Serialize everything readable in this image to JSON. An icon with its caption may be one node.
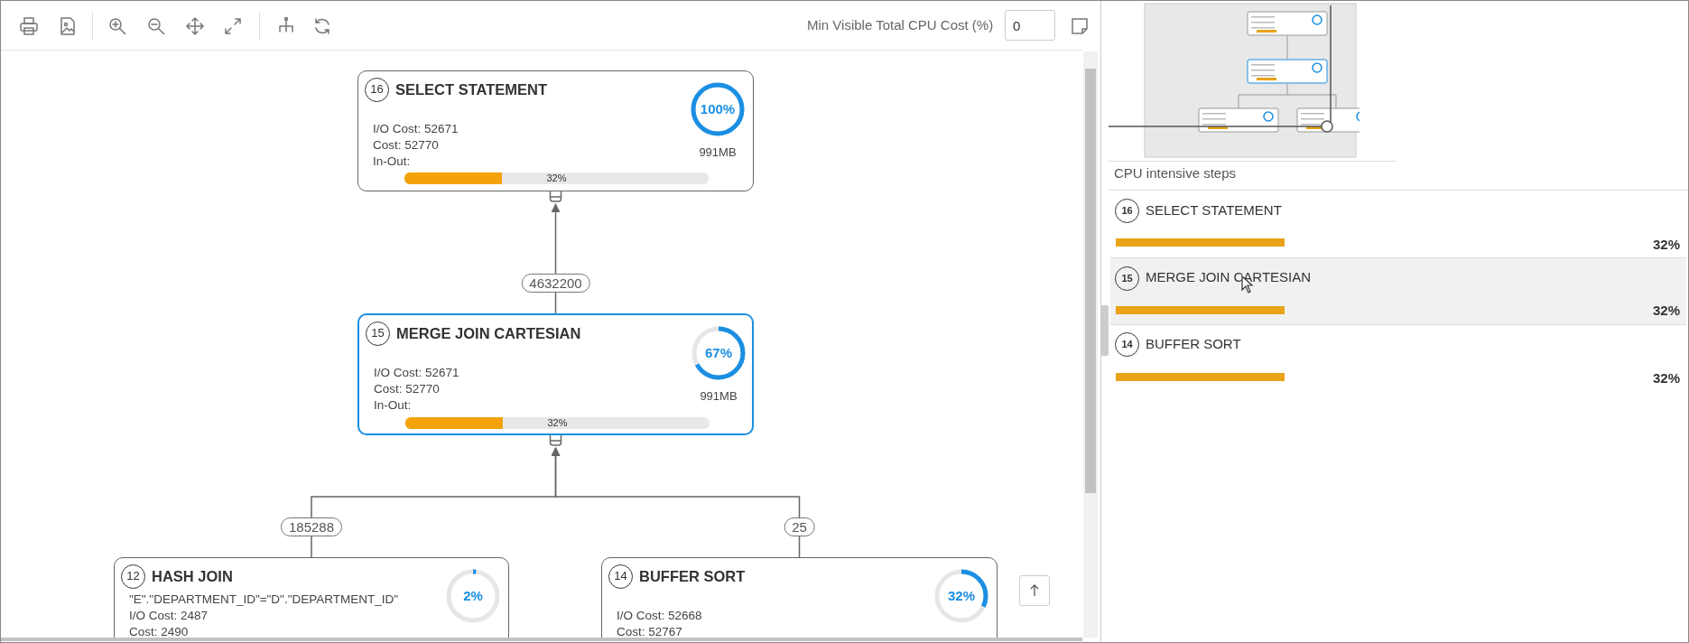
{
  "diagram": {
    "nodes": [
      {
        "text": [
          "16",
          "SELECT STATEMENT",
          "I/O Cost: 52671",
          "Cost: 52770",
          "In-Out:",
          "32%",
          "100%",
          "991MB"
        ]
      },
      {
        "text": [
          "15",
          "MERGE JOIN CARTESIAN",
          "I/O Cost: 52671",
          "Cost: 52770",
          "In-Out:",
          "32%",
          "67%",
          "991MB"
        ]
      },
      {
        "text": [
          "12",
          "HASH JOIN",
          "\"E\".\"DEPARTMENT_ID\"=\"D\".\"DEPARTMENT_ID\"",
          "I/O Cost: 2487",
          "Cost: 2490",
          "2%"
        ]
      },
      {
        "text": [
          "14",
          "BUFFER SORT",
          "I/O Cost: 52668",
          "Cost: 52767",
          "32%"
        ]
      }
    ],
    "edges": [
      {
        "from": 1,
        "to": 0,
        "arrow": "to",
        "label": "4632200"
      },
      {
        "from": 2,
        "to": 1,
        "arrow": "to",
        "label": "185288"
      },
      {
        "from": 3,
        "to": 1,
        "arrow": "to",
        "label": "25"
      }
    ],
    "labels": [
      "Min Visible Total CPU Cost (%)",
      "0",
      "CPU intensive steps",
      "16",
      "SELECT STATEMENT",
      "32%",
      "15",
      "MERGE JOIN CARTESIAN",
      "32%",
      "14",
      "BUFFER SORT",
      "32%"
    ]
  }
}
